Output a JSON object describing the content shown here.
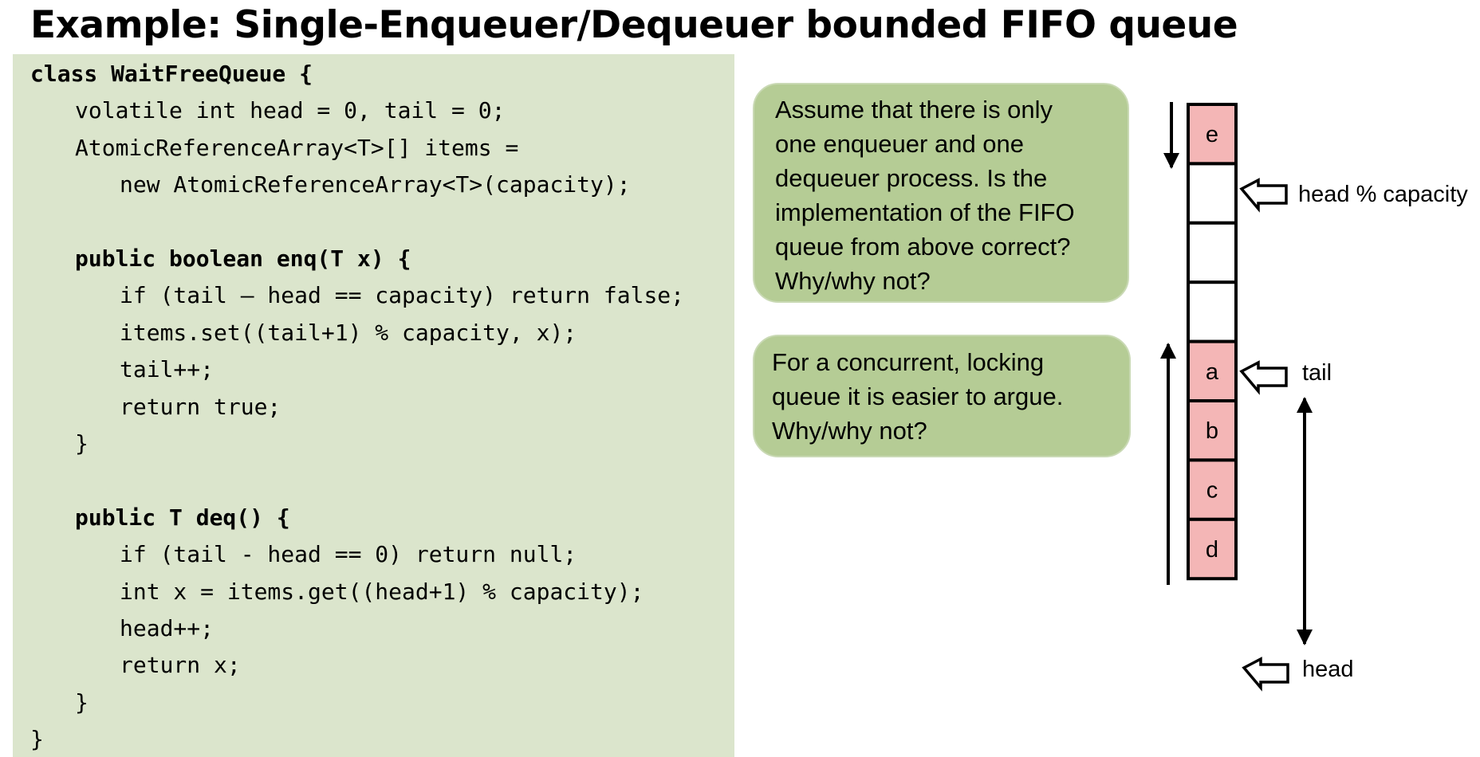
{
  "title": "Example: Single-Enqueuer/Dequeuer bounded FIFO queue",
  "code": {
    "lines": [
      {
        "text": "class WaitFreeQueue {",
        "indent": 0,
        "bold": true
      },
      {
        "text": "volatile int head = 0, tail = 0;",
        "indent": 1,
        "bold": false
      },
      {
        "text": "AtomicReferenceArray<T>[] items =",
        "indent": 1,
        "bold": false
      },
      {
        "text": "new AtomicReferenceArray<T>(capacity);",
        "indent": 2,
        "bold": false
      },
      {
        "text": "",
        "indent": 0,
        "bold": false
      },
      {
        "text": "public boolean enq(T x) {",
        "indent": 1,
        "bold": true
      },
      {
        "text": "if (tail – head == capacity) return false;",
        "indent": 2,
        "bold": false
      },
      {
        "text": "items.set((tail+1) % capacity, x);",
        "indent": 2,
        "bold": false
      },
      {
        "text": "tail++;",
        "indent": 2,
        "bold": false
      },
      {
        "text": "return true;",
        "indent": 2,
        "bold": false
      },
      {
        "text": "}",
        "indent": 1,
        "bold": false
      },
      {
        "text": "",
        "indent": 0,
        "bold": false
      },
      {
        "text": "public T deq() {",
        "indent": 1,
        "bold": true
      },
      {
        "text": "if (tail - head == 0) return null;",
        "indent": 2,
        "bold": false
      },
      {
        "text": "int x = items.get((head+1) % capacity);",
        "indent": 2,
        "bold": false
      },
      {
        "text": "head++;",
        "indent": 2,
        "bold": false
      },
      {
        "text": "return x;",
        "indent": 2,
        "bold": false
      },
      {
        "text": "}",
        "indent": 1,
        "bold": false
      },
      {
        "text": "}",
        "indent": 0,
        "bold": false
      }
    ]
  },
  "callouts": [
    {
      "lines": [
        "Assume that there is only",
        "one enqueuer and one",
        "dequeuer process. Is the",
        "implementation of the FIFO",
        "queue from above correct?",
        "Why/why not?"
      ]
    },
    {
      "lines": [
        "For a concurrent, locking",
        "queue it is easier to argue.",
        "Why/why not?"
      ]
    }
  ],
  "queue": {
    "cells": [
      "e",
      "",
      "",
      "",
      "a",
      "b",
      "c",
      "d"
    ],
    "filled_color": "#f4b6b6",
    "empty_color": "#ffffff",
    "pointers": {
      "head_capacity": "head % capacity",
      "tail": "tail",
      "head": "head"
    }
  },
  "colors": {
    "code_background": "#dbe5cc",
    "callout_background": "#b5cc95"
  }
}
